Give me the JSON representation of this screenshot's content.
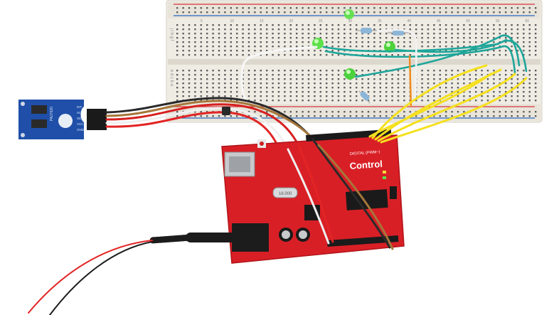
{
  "photo": {
    "board_brand": "Control",
    "board_digital_label": "DIGITAL (PWM~)",
    "sensor_label": "PAJ7620",
    "sensor_pins": [
      "INT",
      "SCL",
      "SDA",
      "VCC",
      "GND"
    ],
    "breadboard_row_letters_top": "j i h g f",
    "breadboard_row_letters_bottom": "e d c b a",
    "breadboard_column_numbers": [
      "5",
      "10",
      "15",
      "20",
      "25",
      "30",
      "35",
      "40",
      "45",
      "50",
      "55",
      "60"
    ],
    "crystal_label": "16.000",
    "colors": {
      "breadboard": "#efece4",
      "board_red": "#d91f26",
      "sensor_blue": "#1f4fa8",
      "led_green": "#5ee04a",
      "wire_yellow": "#f4e01e",
      "wire_teal": "#1ea69a",
      "wire_orange": "#f08a1c"
    }
  }
}
